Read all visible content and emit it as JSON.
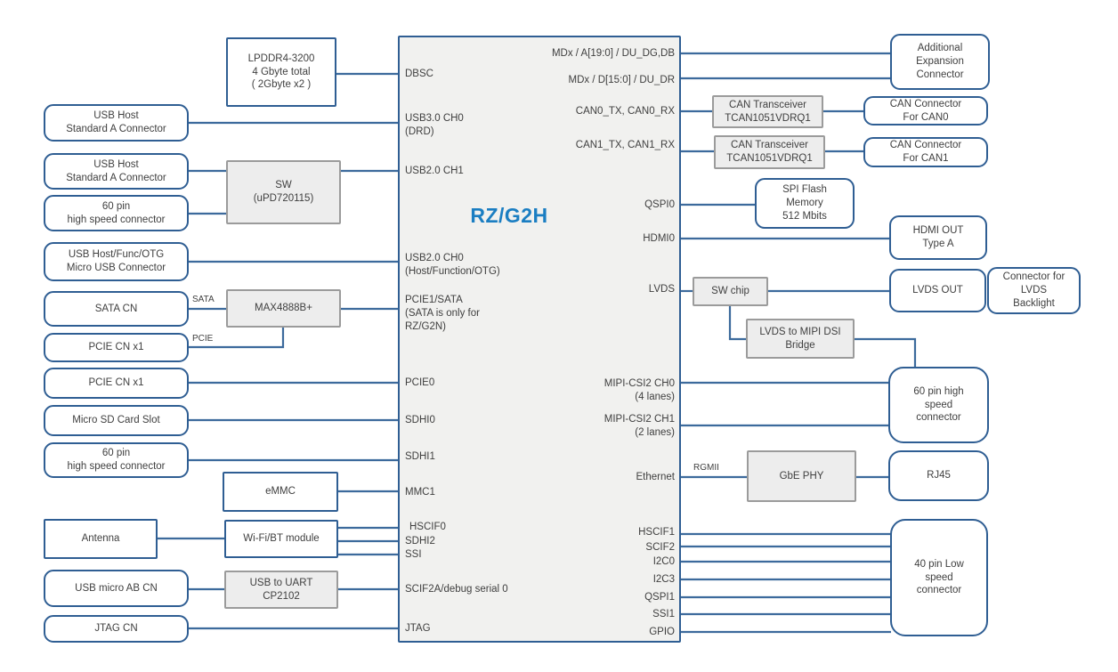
{
  "colors": {
    "box_border": "#2f5e93",
    "gray_border": "#9b9b9b",
    "gray_fill": "#ededed",
    "chip_fill": "#f1f1ef",
    "wire": "#3c6a9c",
    "chip_title": "#1b7ec2",
    "text": "#3f3f3f"
  },
  "chip": {
    "title": "RZ/G2H"
  },
  "pins": {
    "left": [
      "DBSC",
      "USB3.0 CH0\n(DRD)",
      "USB2.0 CH1",
      "USB2.0 CH0\n(Host/Function/OTG)",
      "PCIE1/SATA\n(SATA is only for\nRZ/G2N)",
      "PCIE0",
      "SDHI0",
      "SDHI1",
      "MMC1",
      "HSCIF0",
      "SDHI2",
      "SSI",
      "SCIF2A/debug serial 0",
      "JTAG"
    ],
    "right": [
      "MDx / A[19:0] / DU_DG,DB",
      "MDx / D[15:0] / DU_DR",
      "CAN0_TX, CAN0_RX",
      "CAN1_TX, CAN1_RX",
      "QSPI0",
      "HDMI0",
      "LVDS",
      "MIPI-CSI2 CH0\n(4 lanes)",
      "MIPI-CSI2 CH1\n(2 lanes)",
      "Ethernet",
      "HSCIF1",
      "SCIF2",
      "I2C0",
      "I2C3",
      "QSPI1",
      "SSI1",
      "GPIO"
    ]
  },
  "boxes": {
    "lpddr4": "LPDDR4-3200\n4 Gbyte total\n( 2Gbyte x2 )",
    "usb_host_1": "USB Host\nStandard A Connector",
    "usb_host_2": "USB Host\nStandard A Connector",
    "hs60_left_1": "60 pin\nhigh speed connector",
    "usb_otg": "USB Host/Func/OTG\nMicro USB  Connector",
    "sata_cn": "SATA CN",
    "pcie_cn_1": "PCIE CN x1",
    "pcie_cn_2": "PCIE CN x1",
    "micro_sd": "Micro SD Card Slot",
    "hs60_left_2": "60 pin\nhigh speed connector",
    "antenna": "Antenna",
    "usb_micro_ab": "USB micro AB CN",
    "jtag_cn": "JTAG CN",
    "sw_usb": "SW\n(uPD720115)",
    "max4888": "MAX4888B+",
    "emmc": "eMMC",
    "wifi_bt": "Wi-Fi/BT module",
    "usb_uart": "USB to UART\nCP2102",
    "can_transceiver_0": "CAN Transceiver\nTCAN1051VDRQ1",
    "can_transceiver_1": "CAN Transceiver\nTCAN1051VDRQ1",
    "spi_flash": "SPI Flash\nMemory\n512 Mbits",
    "sw_chip": "SW chip",
    "lvds_bridge": "LVDS to MIPI DSI\nBridge",
    "gbe_phy": "GbE PHY",
    "expansion": "Additional\nExpansion\nConnector",
    "can_cn_0": "CAN Connector\nFor CAN0",
    "can_cn_1": "CAN Connector\nFor CAN1",
    "hdmi_out": "HDMI OUT\nType A",
    "lvds_out": "LVDS OUT",
    "lvds_backlight": "Connector for\nLVDS\nBacklight",
    "hs60_right": "60 pin high\nspeed\nconnector",
    "rj45": "RJ45",
    "ls40": "40 pin Low\nspeed\nconnector"
  },
  "wire_labels": {
    "sata": "SATA",
    "pcie": "PCIE",
    "rgmii": "RGMII"
  }
}
